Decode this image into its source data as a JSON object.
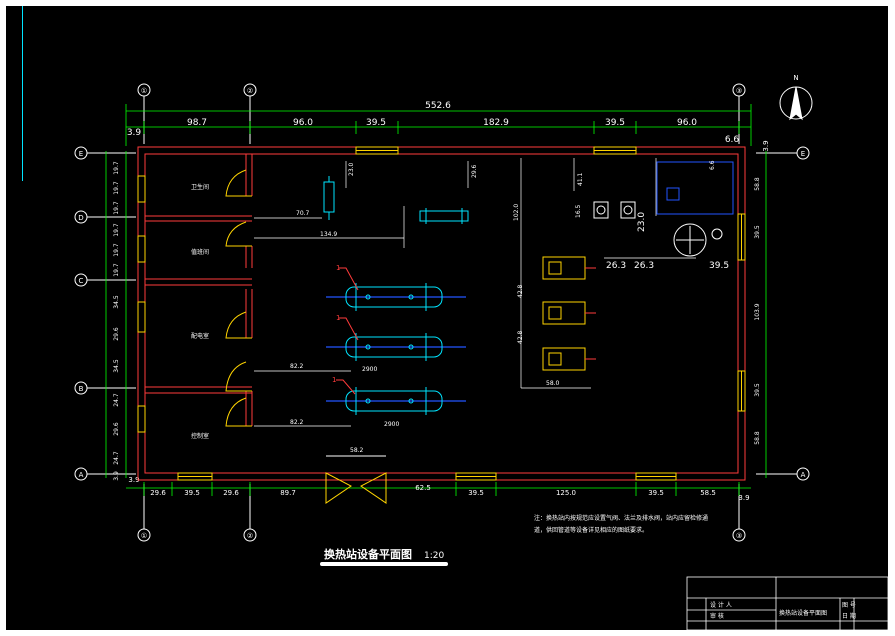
{
  "drawing": {
    "title": "换热站设备平面图",
    "scale": "1:20",
    "north": "N",
    "note_line1": "注：换热站内按规范应设置气阀、法兰及排水阀，站内应留检修通",
    "note_line2": "道，供回管道等设备详见相应的图纸要求。",
    "title_block": {
      "drawing_name": "换热站设备平面图",
      "row_labels": [
        "设 计 人",
        "审 核"
      ],
      "cells": [
        "图 号",
        "日 期"
      ]
    }
  },
  "axes": {
    "columns": [
      "①",
      "②",
      "③"
    ],
    "rows": [
      "E",
      "D",
      "C",
      "B",
      "A"
    ]
  },
  "dimensions": {
    "overall": "552.6",
    "top": [
      "3.9",
      "98.7",
      "96.0",
      "39.5",
      "182.9",
      "39.5",
      "96.0",
      "6.6",
      "3.9"
    ],
    "bottom": [
      "3.9",
      "29.6",
      "39.5",
      "29.6",
      "89.7",
      "62.5",
      "39.5",
      "125.0",
      "39.5",
      "58.5",
      "3.9"
    ],
    "left": [
      "19.7",
      "19.7",
      "19.7",
      "19.7",
      "19.7",
      "19.7",
      "34.5",
      "29.6",
      "34.5",
      "24.7",
      "29.6",
      "24.7",
      "3.9"
    ],
    "right": [
      "58.8",
      "39.5",
      "103.9",
      "39.5",
      "58.8"
    ],
    "inner": {
      "d_70_7": "70.7",
      "d_134_9": "134.9",
      "d_23_0a": "23.0",
      "d_29_6": "29.6",
      "d_102_0": "102.0",
      "d_41_1": "41.1",
      "d_16_5": "16.5",
      "d_23_0b": "23.0",
      "d_26_3a": "26.3",
      "d_26_3b": "26.3",
      "d_39_5": "39.5",
      "d_6_6": "6.6",
      "d_42_8a": "42.8",
      "d_42_8b": "42.8",
      "d_58_0": "58.0",
      "d_82_2a": "82.2",
      "d_2900a": "2900",
      "d_82_2b": "82.2",
      "d_2900b": "2900",
      "d_58_2": "58.2"
    }
  },
  "rooms": [
    "卫生间",
    "值班间",
    "配电室",
    "控制室"
  ],
  "equipment_tags": [
    "1",
    "1",
    "1"
  ]
}
